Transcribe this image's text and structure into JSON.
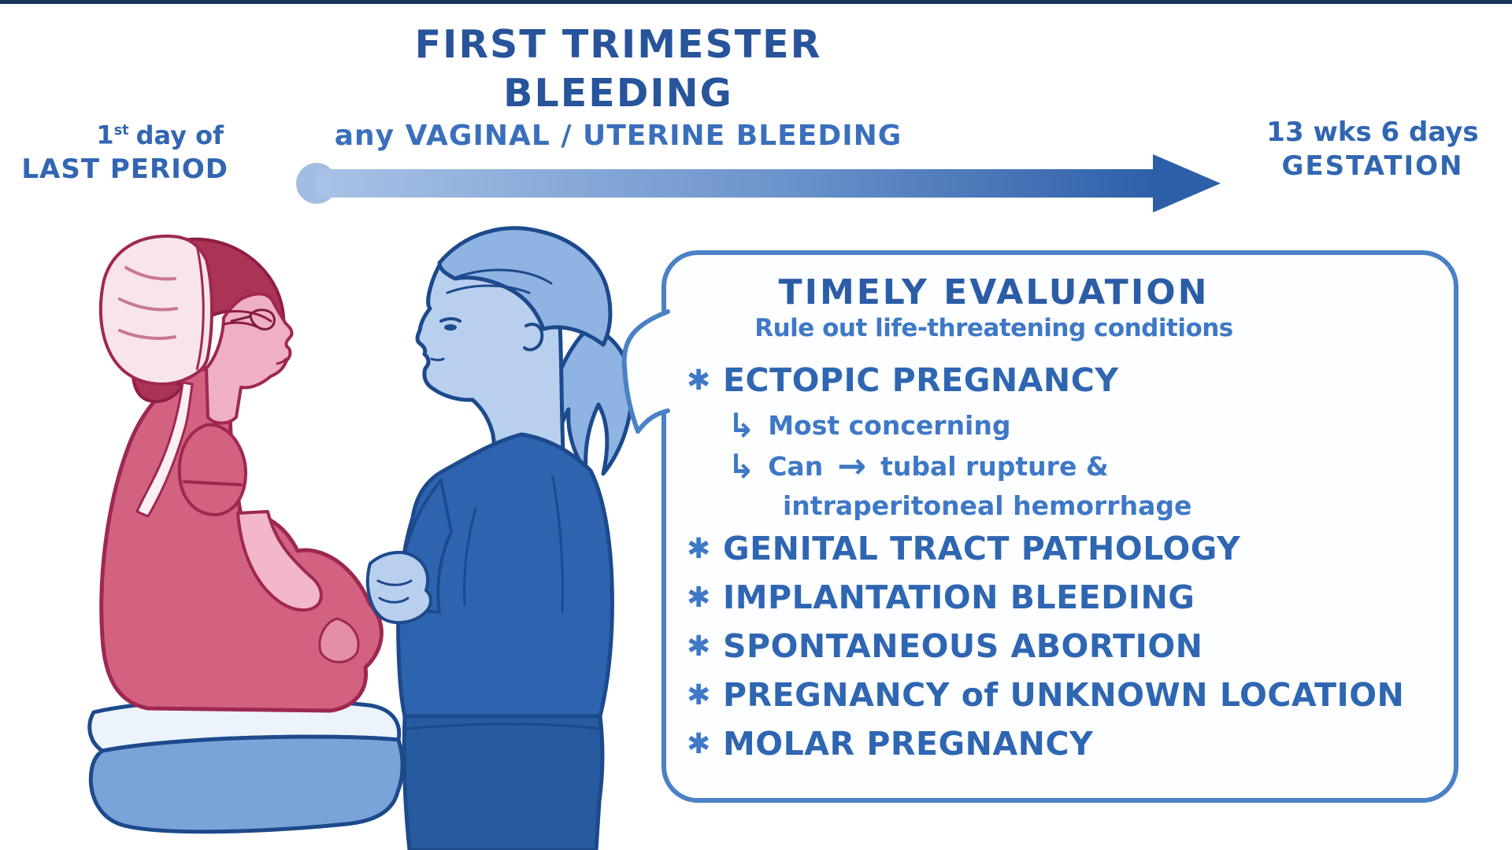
{
  "header": {
    "title": "FIRST TRIMESTER BLEEDING",
    "subtitle": "any VAGINAL / UTERINE BLEEDING"
  },
  "timeline": {
    "start_number": "1",
    "start_ordinal": "st",
    "start_rest": "day of",
    "start_line2": "LAST PERIOD",
    "end_line1": "13 wks 6 days",
    "end_line2": "GESTATION"
  },
  "evaluation": {
    "title": "TIMELY EVALUATION",
    "subtitle": "Rule out life-threatening conditions",
    "bullet_glyph": "✱",
    "branch_glyph": "↳",
    "items": [
      {
        "label": "ECTOPIC PREGNANCY"
      },
      {
        "label": "GENITAL TRACT PATHOLOGY"
      },
      {
        "label": "IMPLANTATION BLEEDING"
      },
      {
        "label": "SPONTANEOUS ABORTION"
      },
      {
        "label": "PREGNANCY of UNKNOWN LOCATION"
      },
      {
        "label": "MOLAR PREGNANCY"
      }
    ],
    "ectopic_notes": {
      "note1": "Most concerning",
      "note2_pre": "Can",
      "note2_arrow": "→",
      "note2_post": "tubal rupture &",
      "note2_cont": "intraperitoneal hemorrhage"
    }
  },
  "scene": {
    "patient": "seated patient in pink dress with bonnet",
    "clinician": "standing clinician in blue scrubs",
    "furniture": "exam table cushion"
  },
  "colors": {
    "title_blue": "#27549a",
    "accent_blue": "#3e78c6",
    "list_blue": "#2f66b2",
    "arrow_gradient_start": "#a9c2e6",
    "arrow_gradient_end": "#2d5fa8",
    "box_border": "#4b81c5",
    "patient_pink": "#d2627f",
    "patient_outline": "#9e2850",
    "patient_skin": "#f0b0c3",
    "bonnet_pink": "#f8e5ea",
    "clinician_scrub": "#2e63af",
    "clinician_skin": "#b9cfee",
    "clinician_hair": "#8fb3e2",
    "cushion_blue": "#7aa3d8"
  }
}
